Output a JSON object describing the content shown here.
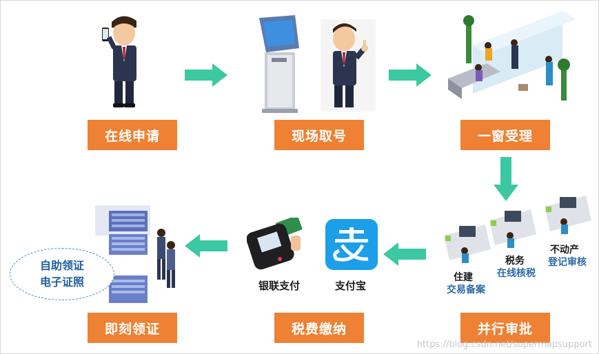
{
  "steps": {
    "online_apply": "在线申请",
    "take_number": "现场取号",
    "one_window": "一窗受理",
    "parallel_review": "并行审批",
    "tax_payment": "税费缴纳",
    "instant_cert": "即刻领证"
  },
  "payment": {
    "unionpay": "银联支付",
    "alipay": "支付宝"
  },
  "departments": {
    "housing_title": "住建",
    "housing_sub": "交易备案",
    "tax_title": "税务",
    "tax_sub": "在线核税",
    "realestate_title": "不动产",
    "realestate_sub": "登记审核"
  },
  "bubble": {
    "line1": "自助领证",
    "line2": "电子证照"
  },
  "watermark": "https://blog.csdn.net/supermapsupport",
  "colors": {
    "step_box": "#ee8133",
    "arrow": "#3cc8a0",
    "label_blue": "#2c6aa8"
  }
}
